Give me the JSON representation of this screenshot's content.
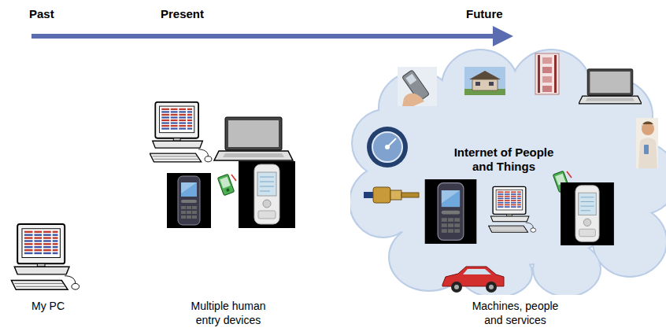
{
  "diagram": {
    "nodes": [
      {
        "text": [
          "Internet of People and Things"
        ]
      }
    ],
    "labels": [
      "Past",
      "Present",
      "Future",
      "My PC",
      "Multiple human entry devices",
      "Machines, people and services"
    ]
  }
}
